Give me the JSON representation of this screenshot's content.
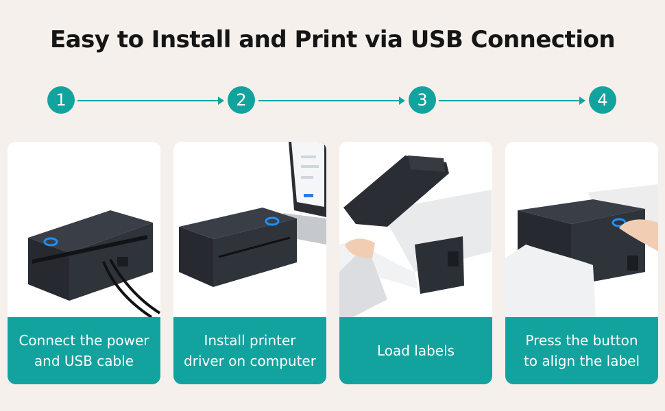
{
  "title": "Easy to Install and Print via USB Connection",
  "colors": {
    "accent": "#13a39e",
    "background": "#f6f0ec",
    "printer_body": "#2b2f36",
    "power_ring": "#1e90ff"
  },
  "steps": [
    {
      "number": "1",
      "caption_lines": [
        "Connect the power",
        "and USB cable"
      ]
    },
    {
      "number": "2",
      "caption_lines": [
        "Install printer",
        "driver on computer"
      ]
    },
    {
      "number": "3",
      "caption_lines": [
        "Load labels"
      ]
    },
    {
      "number": "4",
      "caption_lines": [
        "Press the button",
        "to align the label"
      ]
    }
  ]
}
